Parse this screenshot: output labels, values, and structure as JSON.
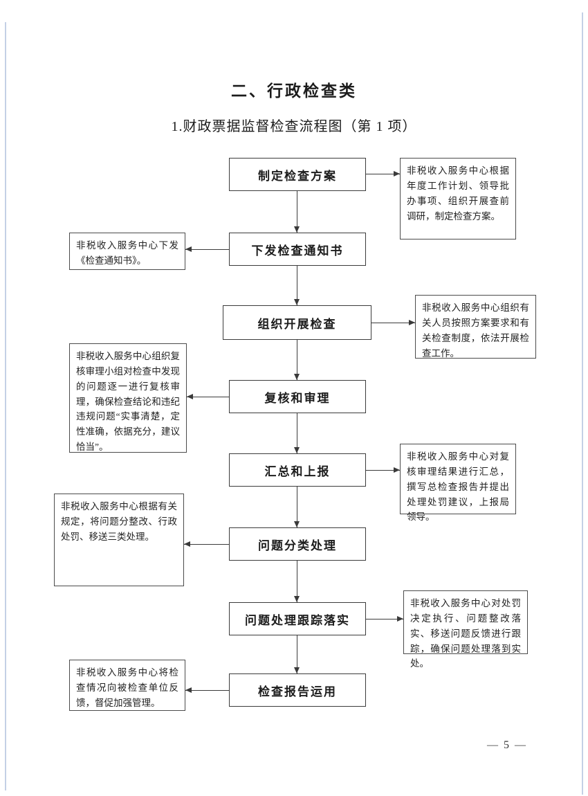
{
  "page": {
    "title": "二、行政检查类",
    "subtitle": "1.财政票据监督检查流程图（第 1 项）",
    "page_number": "— 5 —"
  },
  "flow": {
    "steps": [
      {
        "label": "制定检查方案",
        "note": "非税收入服务中心根据年度工作计划、领导批办事项、组织开展查前调研，制定检查方案。",
        "note_side": "right"
      },
      {
        "label": "下发检查通知书",
        "note": "非税收入服务中心下发《检查通知书》。",
        "note_side": "left"
      },
      {
        "label": "组织开展检查",
        "note": "非税收入服务中心组织有关人员按照方案要求和有关检查制度，依法开展检查工作。",
        "note_side": "right"
      },
      {
        "label": "复核和审理",
        "note": "非税收入服务中心组织复核审理小组对检查中发现的问题逐一进行复核审理，确保检查结论和违纪违规问题“实事清楚，定性准确，依据充分，建议恰当”。",
        "note_side": "left"
      },
      {
        "label": "汇总和上报",
        "note": "非税收入服务中心对复核审理结果进行汇总，撰写总检查报告并提出处理处罚建议，上报局领导。",
        "note_side": "right"
      },
      {
        "label": "问题分类处理",
        "note": "非税收入服务中心根据有关规定，将问题分整改、行政处罚、移送三类处理。",
        "note_side": "left"
      },
      {
        "label": "问题处理跟踪落实",
        "note": "非税收入服务中心对处罚决定执行、问题整改落实、移送问题反馈进行跟踪，确保问题处理落到实处。",
        "note_side": "right"
      },
      {
        "label": "检查报告运用",
        "note": "非税收入服务中心将检查情况向被检查单位反馈，督促加强管理。",
        "note_side": "left"
      }
    ]
  }
}
